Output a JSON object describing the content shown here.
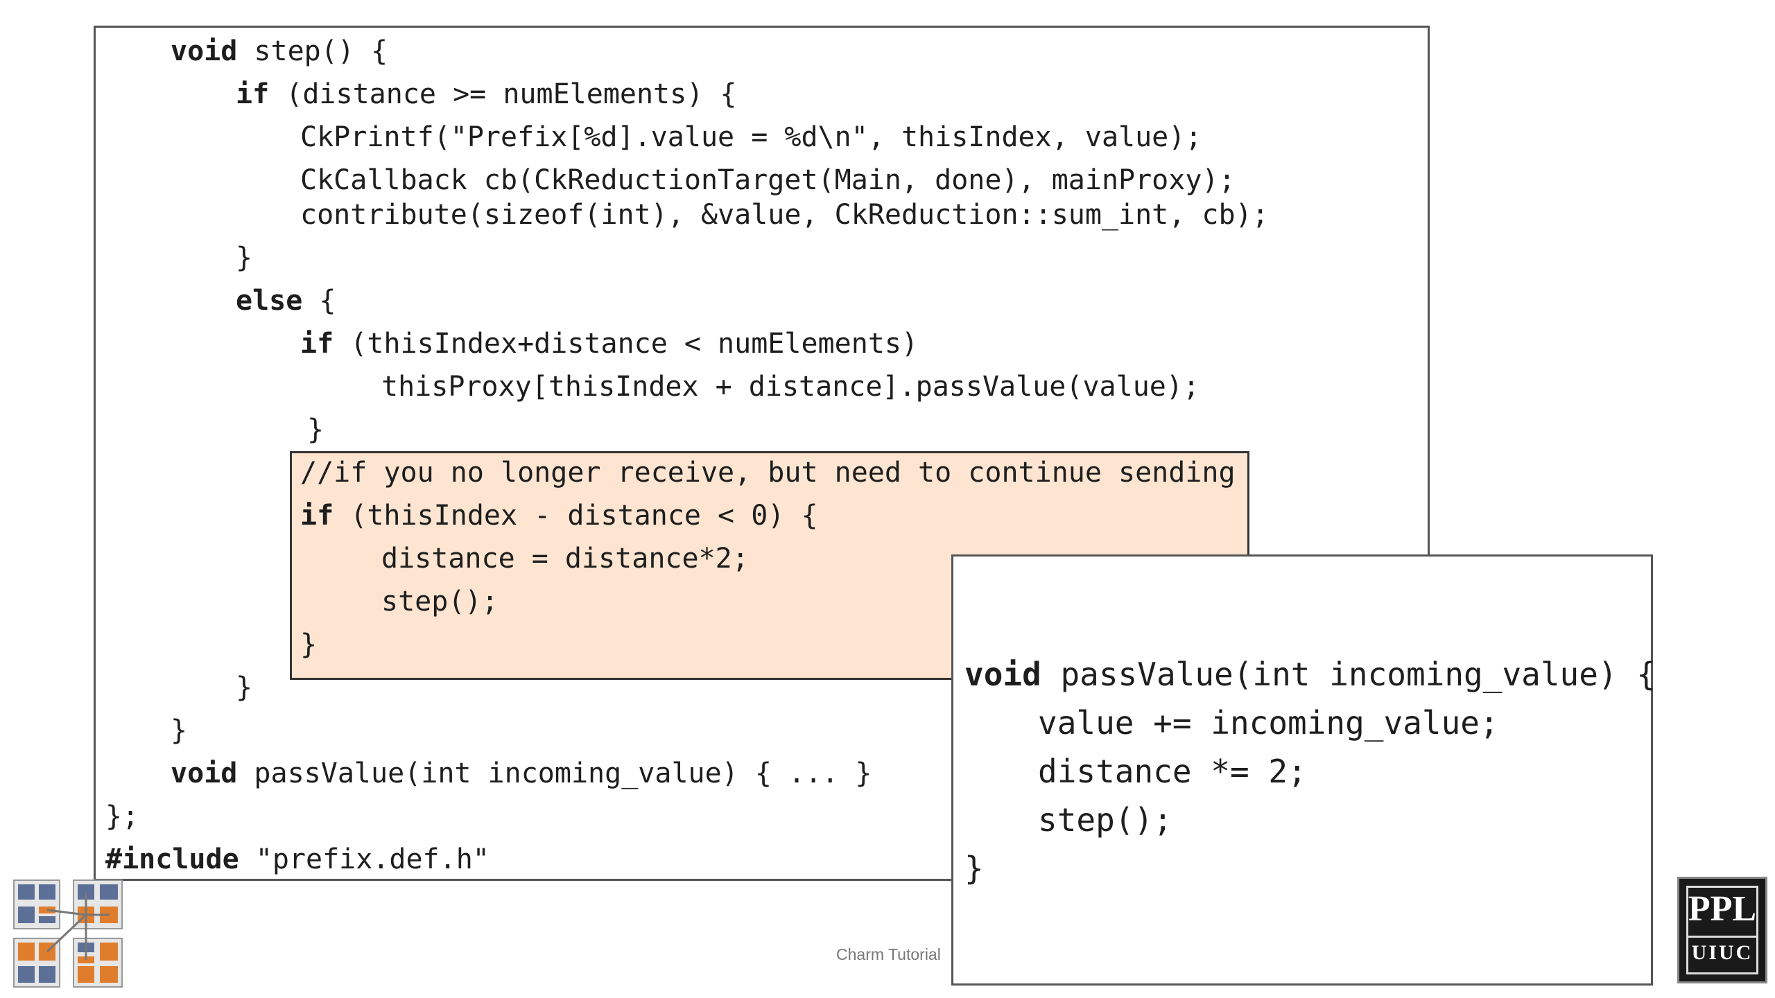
{
  "main_code": {
    "l1_kw": "void",
    "l1_rest": " step() {",
    "l2_kw": "if",
    "l2_rest": " (distance >= numElements) {",
    "l3": "CkPrintf(\"Prefix[%d].value = %d\\n\", thisIndex, value);",
    "l4": "CkCallback cb(CkReductionTarget(Main, done), mainProxy);",
    "l5": "contribute(sizeof(int), &value, CkReduction::sum_int, cb);",
    "l6": "}",
    "l7_kw": "else",
    "l7_rest": " {",
    "l8_kw": "if",
    "l8_rest": " (thisIndex+distance < numElements)",
    "l9": "thisProxy[thisIndex + distance].passValue(value);",
    "l10": "}",
    "l11": "//if you no longer receive, but need to continue sending",
    "l12_kw": "if",
    "l12_rest": " (thisIndex - distance < 0) {",
    "l13": "distance = distance*2;",
    "l14": "step();",
    "l15": "}",
    "l16": "}",
    "l17": "}",
    "l18_kw": "void",
    "l18_rest": " passValue(int incoming_value) { ... }",
    "l19": "};",
    "l20_kw": "#include",
    "l20_rest": " \"prefix.def.h\""
  },
  "popup_code": {
    "p1_kw": "void",
    "p1_rest": " passValue(int incoming_value) {",
    "p2": "value += incoming_value;",
    "p3": "distance *= 2;",
    "p4": "step();",
    "p5": "}"
  },
  "footer": {
    "text": "Charm Tutorial"
  },
  "logos": {
    "ppl_top": "PPL",
    "ppl_bottom": "UIUC",
    "grid_logo_icon": "charm-grid-logo-icon"
  },
  "colors": {
    "highlight": "#fde5d1",
    "logo_blue": "#5c6f96",
    "logo_orange": "#e07d2c"
  }
}
